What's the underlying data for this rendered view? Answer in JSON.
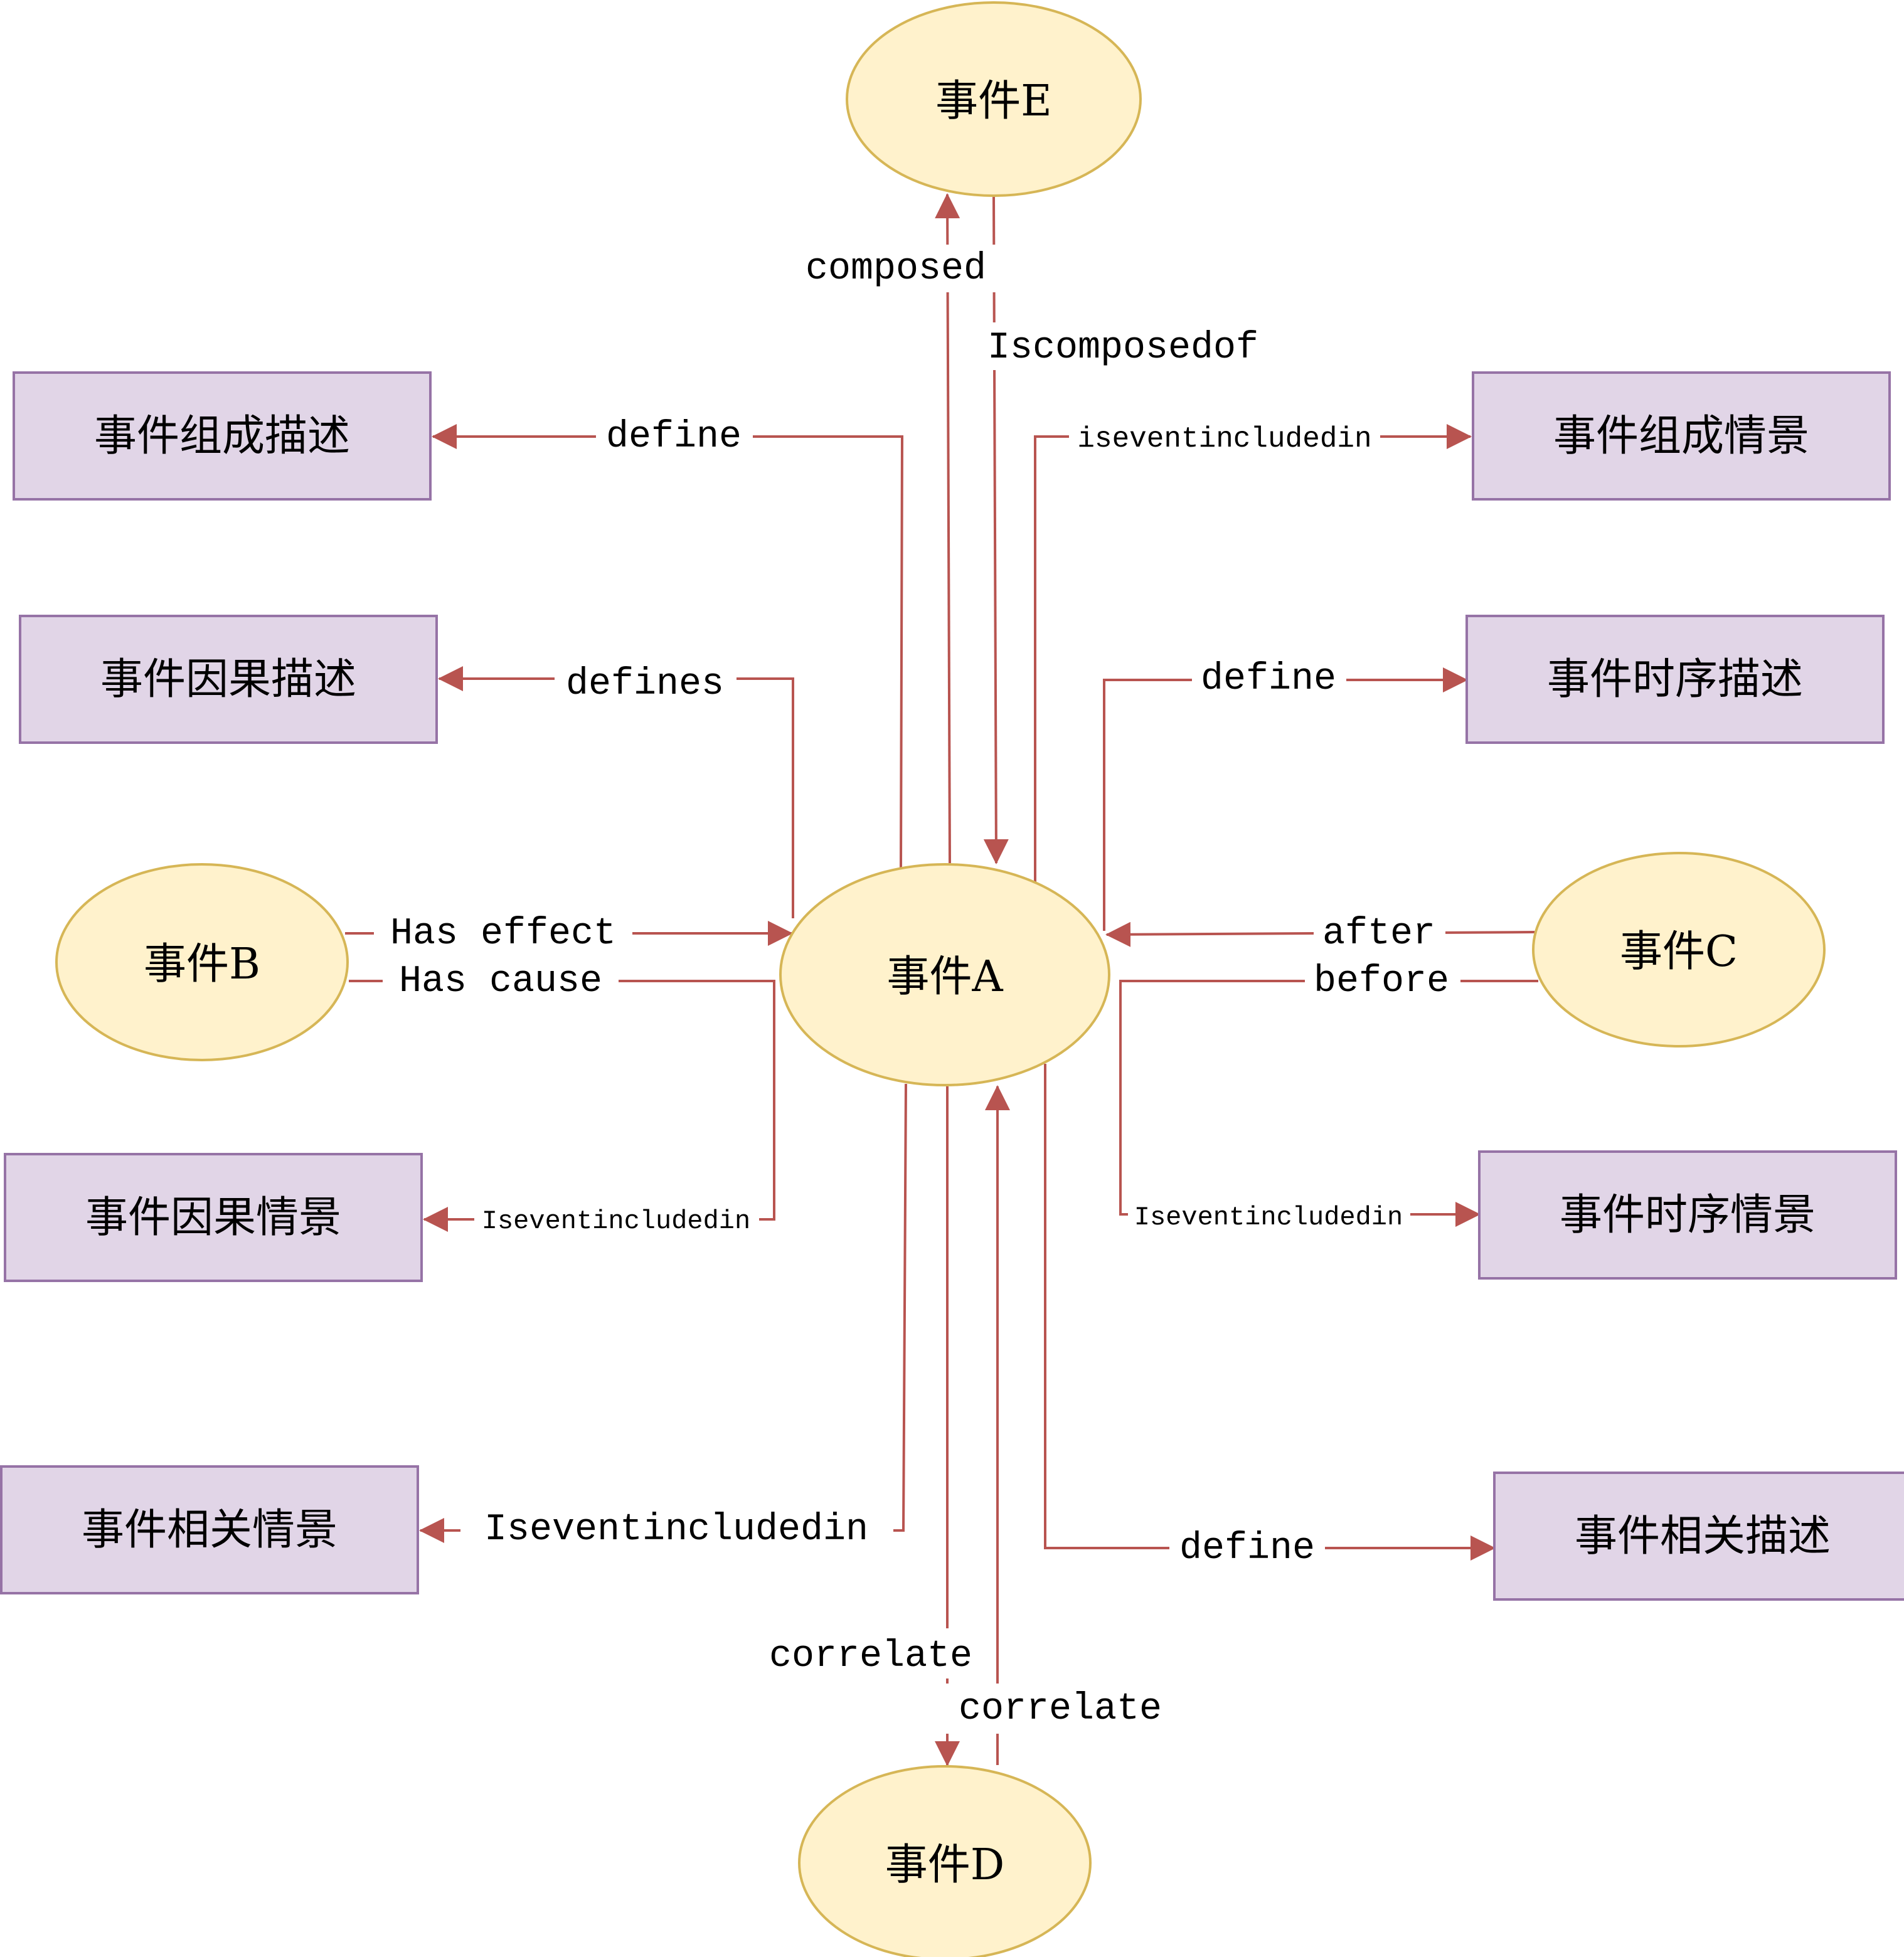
{
  "diagram": {
    "colors": {
      "event_fill": "#FFF2CC",
      "event_stroke": "#D6B656",
      "concept_fill": "#E1D5E7",
      "concept_stroke": "#9673A6",
      "edge": "#B85450"
    },
    "events": {
      "A": "事件A",
      "B": "事件B",
      "C": "事件C",
      "D": "事件D",
      "E": "事件E"
    },
    "concepts": {
      "composition_desc": "事件组成描述",
      "composition_scene": "事件组成情景",
      "causal_desc": "事件因果描述",
      "temporal_desc": "事件时序描述",
      "causal_scene": "事件因果情景",
      "temporal_scene": "事件时序情景",
      "correlation_scene": "事件相关情景",
      "correlation_desc": "事件相关描述"
    },
    "edges": {
      "composed": "composed",
      "iscomposedof": "Iscomposedof",
      "define_composition": "define",
      "iseventincludedin_composition": "iseventincludedin",
      "defines_causal": "defines",
      "define_temporal": "define",
      "has_effect": "Has effect",
      "has_cause": "Has cause",
      "after": "after",
      "before": "before",
      "iseventincludedin_causal": "Iseventincludedin",
      "iseventincludedin_temporal": "Iseventincludedin",
      "iseventincludedin_correlation": "Iseventincludedin",
      "define_correlation": "define",
      "correlate_down": "correlate",
      "correlate_up": "correlate"
    }
  }
}
